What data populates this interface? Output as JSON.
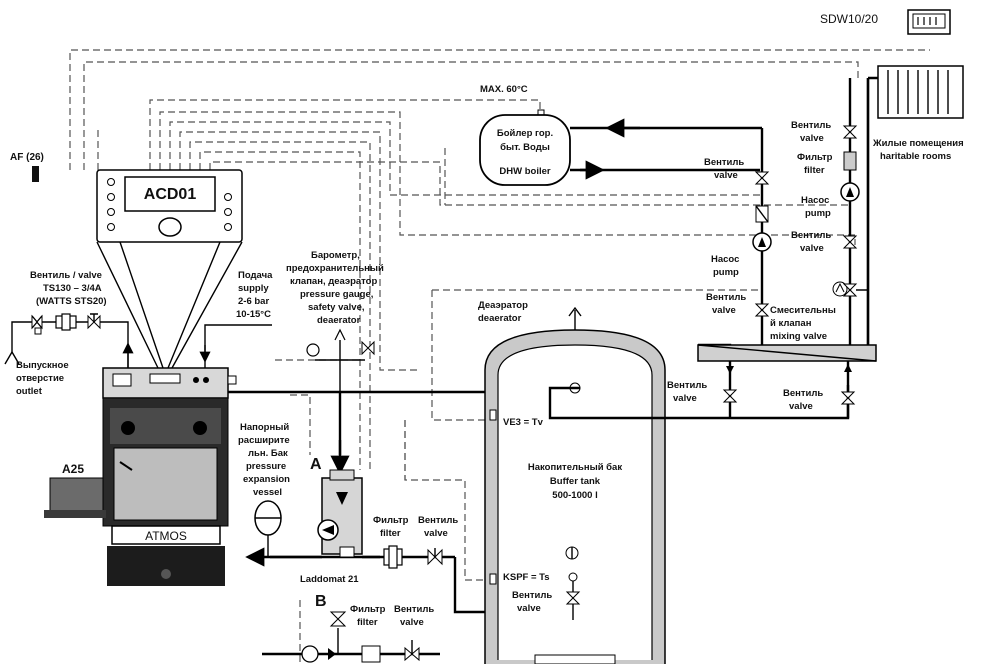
{
  "controller": {
    "name": "ACD01"
  },
  "sensor_af": "AF (26)",
  "sdw": "SDW10/20",
  "valve_ts130": {
    "line1": "Вентиль / valve",
    "line2": "TS130 – 3/4A",
    "line3": "(WATTS STS20)"
  },
  "supply": {
    "line1": "Подача",
    "line2": "supply",
    "line3": "2-6 bar",
    "line4": "10-15°C"
  },
  "outlet": {
    "line1": "Выпускное",
    "line2": "отверстие",
    "line3": "outlet"
  },
  "barometer": {
    "line1": "Барометр,",
    "line2": "предохранительный",
    "line3": "клапан, деаэратор",
    "line4": "pressure gauge,",
    "line5": "safety valve,",
    "line6": "deaerator"
  },
  "expansion": {
    "line1": "Напорный",
    "line2": "расширите",
    "line3": "льн. Бак",
    "line4": "pressure",
    "line5": "expansion",
    "line6": "vessel"
  },
  "boiler": {
    "brand": "ATMOS",
    "burner": "A25"
  },
  "laddomat": "Laddomat 21",
  "point_a": "A",
  "point_b": "B",
  "filter_label": {
    "ru": "Фильтр",
    "en": "filter"
  },
  "valve_label": {
    "ru": "Вентиль",
    "en": "valve"
  },
  "pump_label": {
    "ru": "Насос",
    "en": "pump"
  },
  "max_temp": "MAX. 60°C",
  "dhw": {
    "line1": "Бойлер гор.",
    "line2": "быт. Воды",
    "line3": "DHW boiler"
  },
  "deaerator": {
    "ru": "Деаэратор",
    "en": "deaerator"
  },
  "tank": {
    "line1": "Накопительный бак",
    "line2": "Buffer tank",
    "line3": "500-1000 l"
  },
  "ve3": "VE3 = Tv",
  "kspf": "KSPF = Ts",
  "rooms": {
    "ru": "Жилые помещения",
    "en": "haritable rooms"
  },
  "mixing": {
    "line1": "Смесительны",
    "line2": "й клапан",
    "line3": "mixing valve"
  }
}
